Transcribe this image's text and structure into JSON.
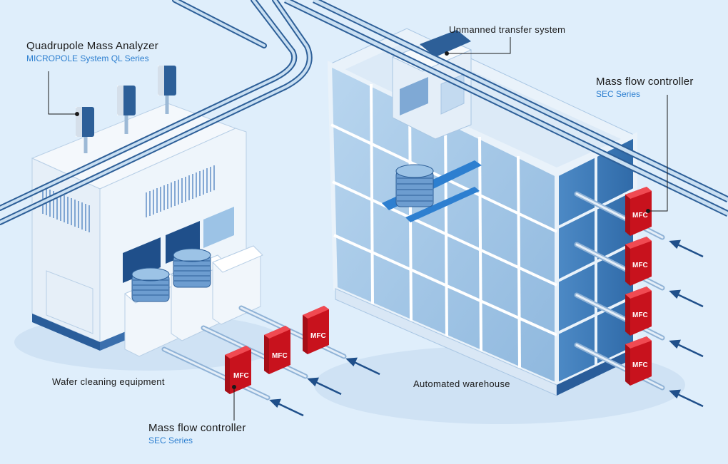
{
  "labels": {
    "qma": {
      "title": "Quadrupole Mass Analyzer",
      "series": "MICROPOLE System QL Series"
    },
    "mfc_left": {
      "title": "Mass flow controller",
      "series": "SEC Series"
    },
    "mfc_right": {
      "title": "Mass flow controller",
      "series": "SEC Series"
    },
    "transfer": "Unmanned transfer system",
    "wafer": "Wafer cleaning equipment",
    "warehouse": "Automated warehouse"
  },
  "mfc_badge": "MFC",
  "colors": {
    "background": "#dfeefb",
    "mfc_red": "#e0202a",
    "accent_blue": "#2d7fd0",
    "machine_body": "#edf4fb",
    "pipe": "#c9dff2",
    "glass": "#9cc3e6"
  }
}
